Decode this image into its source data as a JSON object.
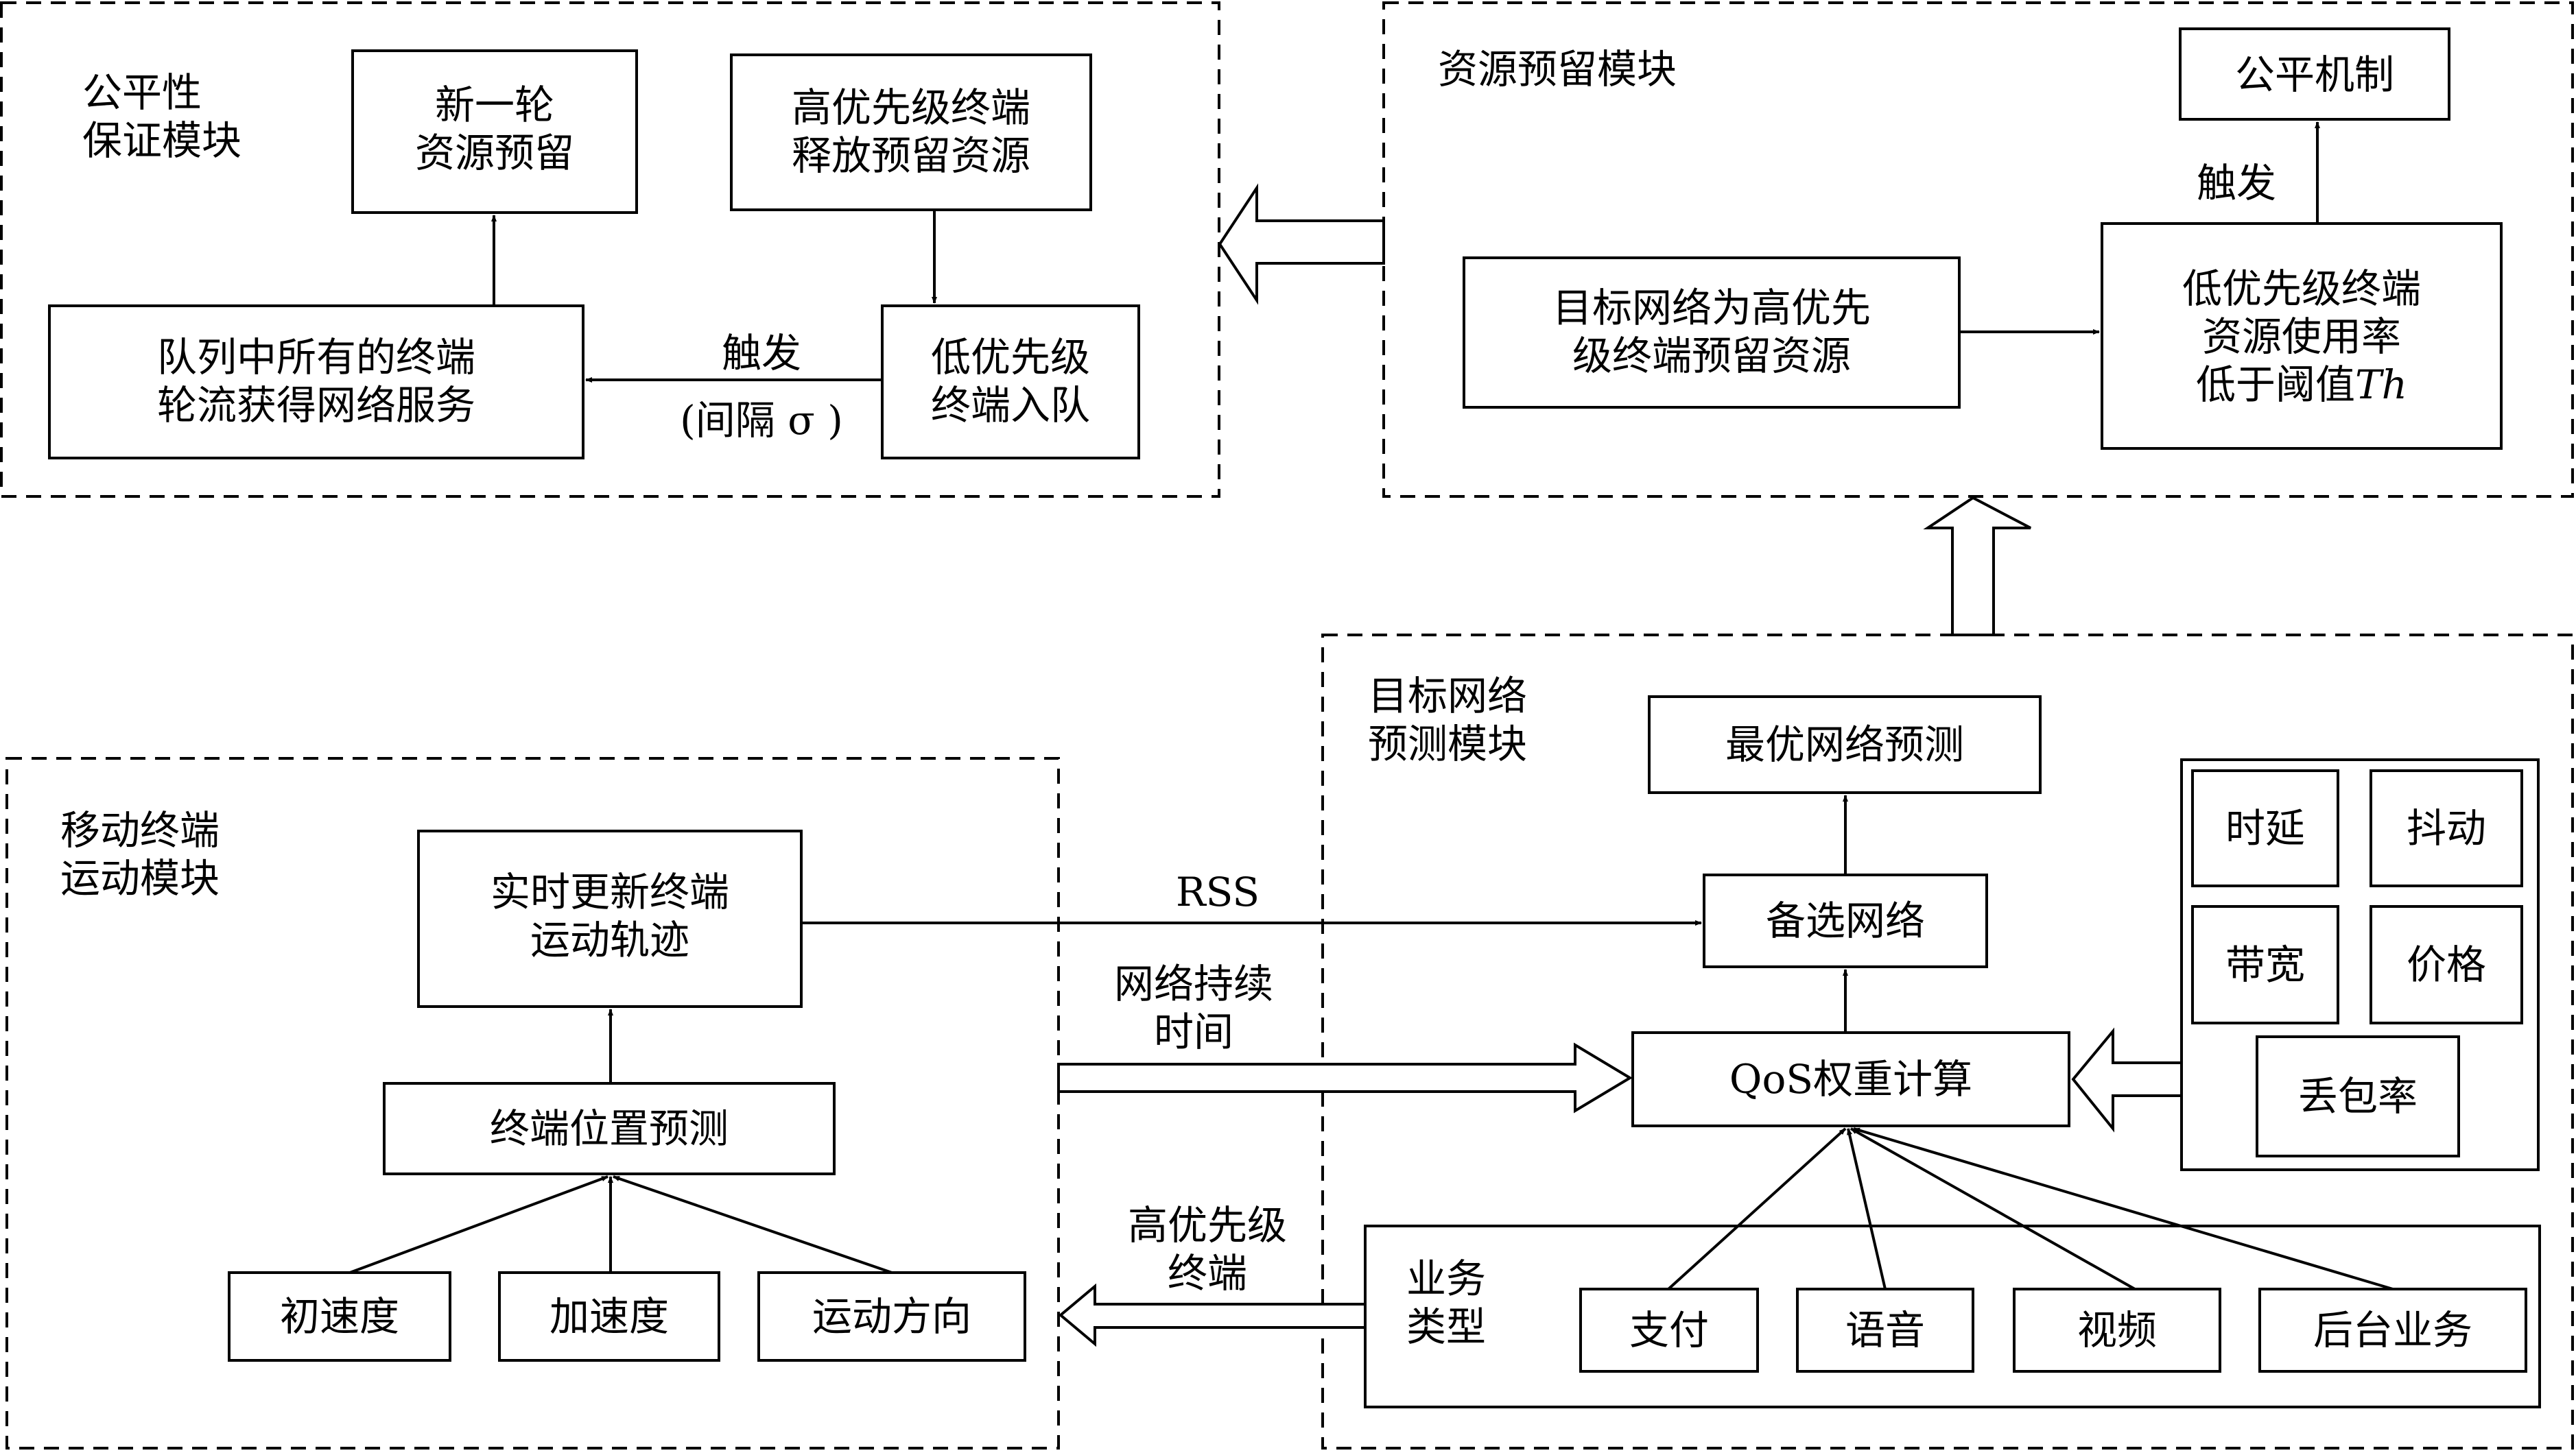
{
  "modules": {
    "fairness": {
      "title_line1": "公平性",
      "title_line2": "保证模块"
    },
    "reservation": {
      "title": "资源预留模块"
    },
    "prediction": {
      "title_line1": "目标网络",
      "title_line2": "预测模块"
    },
    "mobile": {
      "title_line1": "移动终端",
      "title_line2": "运动模块"
    }
  },
  "boxes": {
    "new_round": [
      "新一轮",
      "资源预留"
    ],
    "release": [
      "高优先级终端",
      "释放预留资源"
    ],
    "all_terminals": [
      "队列中所有的终端",
      "轮流获得网络服务"
    ],
    "low_enqueue": [
      "低优先级",
      "终端入队"
    ],
    "fair_mechanism": "公平机制",
    "reserve_for_high": [
      "目标网络为高优先",
      "级终端预留资源"
    ],
    "low_usage": [
      "低优先级终端",
      "资源使用率",
      "低于阈值"
    ],
    "low_usage_th": "Th",
    "best_network": "最优网络预测",
    "candidate_network": "备选网络",
    "qos_weight": "QoS权重计算",
    "realtime_update": [
      "实时更新终端",
      "运动轨迹"
    ],
    "position_predict": "终端位置预测",
    "init_speed": "初速度",
    "acceleration": "加速度",
    "direction": "运动方向",
    "qos_params": [
      "时延",
      "抖动",
      "带宽",
      "价格",
      "丢包率"
    ],
    "service_type": [
      "业务",
      "类型"
    ],
    "services": [
      "支付",
      "语音",
      "视频",
      "后台业务"
    ]
  },
  "edge_labels": {
    "trigger_fair": "触发",
    "interval": "(间隔 σ )",
    "trigger_mech": "触发",
    "rss": "RSS",
    "duration": [
      "网络持续",
      "时间"
    ],
    "high_priority": [
      "高优先级",
      "终端"
    ]
  }
}
